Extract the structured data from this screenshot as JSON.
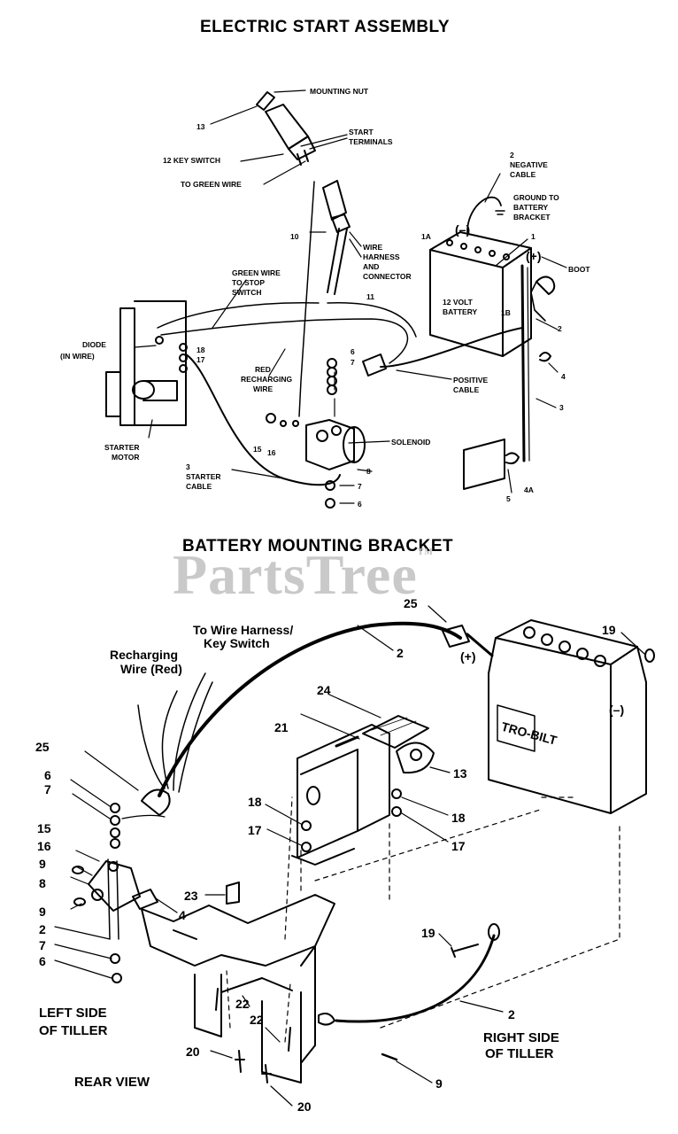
{
  "titles": {
    "top": "ELECTRIC START ASSEMBLY",
    "bottom": "BATTERY MOUNTING BRACKET"
  },
  "watermark": {
    "text": "PartsTree",
    "tm": "TM"
  },
  "top_callouts": {
    "mounting_nut": "MOUNTING NUT",
    "n13": "13",
    "start_terminals_1": "START",
    "start_terminals_2": "TERMINALS",
    "key_switch": "12 KEY SWITCH",
    "to_green_wire": "TO GREEN WIRE",
    "neg_cable_1": "2",
    "neg_cable_2": "NEGATIVE",
    "neg_cable_3": "CABLE",
    "ground_1": "GROUND TO",
    "ground_2": "BATTERY",
    "ground_3": "BRACKET",
    "n10": "10",
    "wire_harness_1": "WIRE",
    "wire_harness_2": "HARNESS",
    "wire_harness_3": "AND",
    "wire_harness_4": "CONNECTOR",
    "n1a": "1A",
    "minus": "(–)",
    "n1": "1",
    "plus": "(+)",
    "boot": "BOOT",
    "green_wire_1": "GREEN WIRE",
    "green_wire_2": "TO STOP",
    "green_wire_3": "SWITCH",
    "n11": "11",
    "battery_1": "12 VOLT",
    "battery_2": "BATTERY",
    "n1b": "1B",
    "diode_1": "DIODE",
    "diode_2": "(IN WIRE)",
    "n18": "18",
    "n17": "17",
    "red_1": "RED",
    "red_2": "RECHARGING",
    "red_3": "WIRE",
    "n6a": "6",
    "n7a": "7",
    "positive_1": "POSITIVE",
    "positive_2": "CABLE",
    "n2": "2",
    "n4": "4",
    "n3": "3",
    "starter_1": "STARTER",
    "starter_2": "MOTOR",
    "n15": "15",
    "n16": "16",
    "solenoid": "SOLENOID",
    "n8": "8",
    "starter_cable_1": "3",
    "starter_cable_2": "STARTER",
    "starter_cable_3": "CABLE",
    "n7b": "7",
    "n6b": "6",
    "n5": "5",
    "n4a": "4A"
  },
  "bottom_callouts": {
    "to_wire_1": "To Wire Harness/",
    "to_wire_2": "Key Switch",
    "n25a": "25",
    "recharging_1": "Recharging",
    "recharging_2": "Wire (Red)",
    "n2a": "2",
    "plus": "(+)",
    "n19a": "19",
    "n25b": "25",
    "n24": "24",
    "n21": "21",
    "minus": "(–)",
    "battery_brand": "TRO-BILT",
    "n6": "6",
    "n7": "7",
    "n13": "13",
    "n18a": "18",
    "n18b": "18",
    "n17a": "17",
    "n17b": "17",
    "n15": "15",
    "n16": "16",
    "n9a": "9",
    "n8": "8",
    "n23": "23",
    "n4": "4",
    "n9b": "9",
    "n2b": "2",
    "n7b": "7",
    "n6b": "6",
    "n19b": "19",
    "left_side_1": "LEFT SIDE",
    "left_side_2": "OF TILLER",
    "n22a": "22",
    "n22b": "22",
    "n2c": "2",
    "right_side_1": "RIGHT SIDE",
    "right_side_2": "OF TILLER",
    "n20a": "20",
    "rear_view": "REAR VIEW",
    "n9c": "9",
    "n20b": "20"
  }
}
